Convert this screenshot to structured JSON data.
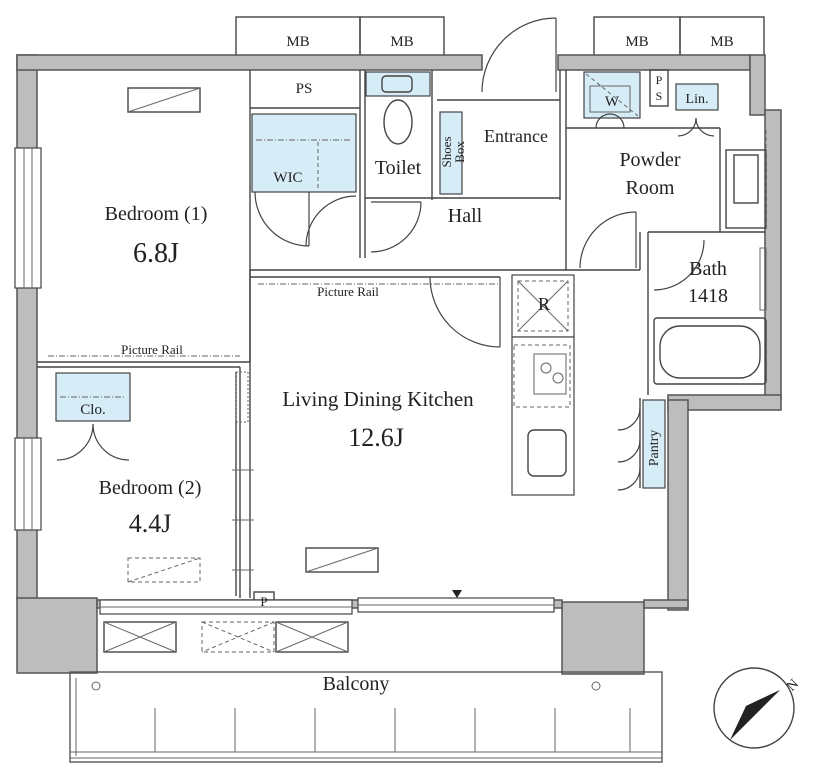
{
  "rooms": {
    "bedroom1_name": "Bedroom (1)",
    "bedroom1_size": "6.8J",
    "bedroom2_name": "Bedroom (2)",
    "bedroom2_size": "4.4J",
    "ldk_name": "Living Dining Kitchen",
    "ldk_size": "12.6J",
    "toilet": "Toilet",
    "hall": "Hall",
    "entrance": "Entrance",
    "powder_room_line1": "Powder",
    "powder_room_line2": "Room",
    "bath_line1": "Bath",
    "bath_line2": "1418",
    "balcony": "Balcony",
    "wic": "WIC",
    "closet": "Clo.",
    "pantry": "Pantry",
    "shoes_box_line1": "Shoes",
    "shoes_box_line2": "Box",
    "ps": "PS",
    "ps_vertical_1": "P",
    "ps_vertical_2": "S",
    "washer": "W",
    "linen": "Lin.",
    "fridge": "R",
    "pipe_space": "P",
    "mb1": "MB",
    "mb2": "MB",
    "mb3": "MB",
    "mb4": "MB",
    "picture_rail_1": "Picture Rail",
    "picture_rail_2": "Picture Rail"
  },
  "compass": {
    "north_label": "N"
  },
  "colors": {
    "wall": "#bdbdbd",
    "fixture": "#d6ecf7",
    "line": "#444444"
  }
}
